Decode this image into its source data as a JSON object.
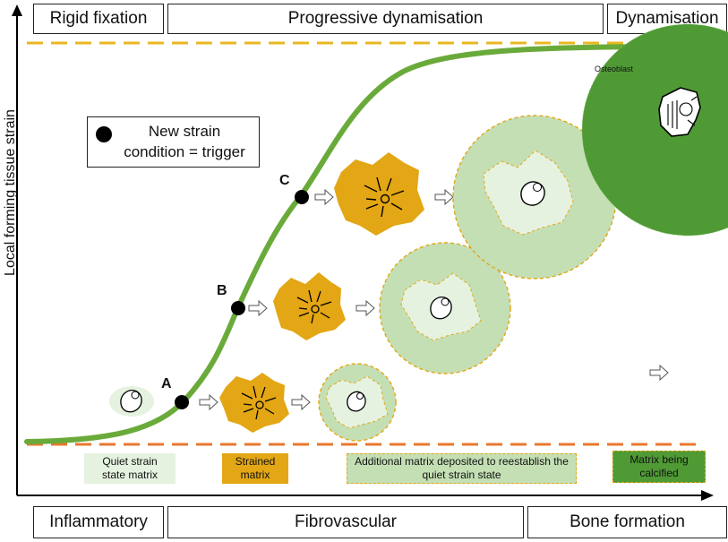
{
  "phases_top": {
    "rigid": "Rigid fixation",
    "progressive": "Progressive dynamisation",
    "dynamisation": "Dynamisation"
  },
  "phases_bottom": {
    "inflammatory": "Inflammatory",
    "fibrovascular": "Fibrovascular",
    "bone": "Bone formation"
  },
  "y_axis_label": "Local forming tissue strain",
  "trigger_legend": {
    "line1": "New strain",
    "line2": "condition = trigger"
  },
  "points": {
    "a": "A",
    "b": "B",
    "c": "C"
  },
  "osteoblast_label": "Osteoblast",
  "legend": {
    "quiet": "Quiet strain state matrix",
    "strained": "Strained matrix",
    "additional": "Additional matrix deposited to reestablish the quiet strain state",
    "calcified": "Matrix being calcified"
  },
  "colors": {
    "curve": "#6aaa3a",
    "strained": "#e3a614",
    "quiet_light": "#e6f2e0",
    "additional": "#c4dfb4",
    "calcified": "#4f9a35",
    "upper_dash": "#e8b820",
    "lower_dash": "#e8782e"
  }
}
